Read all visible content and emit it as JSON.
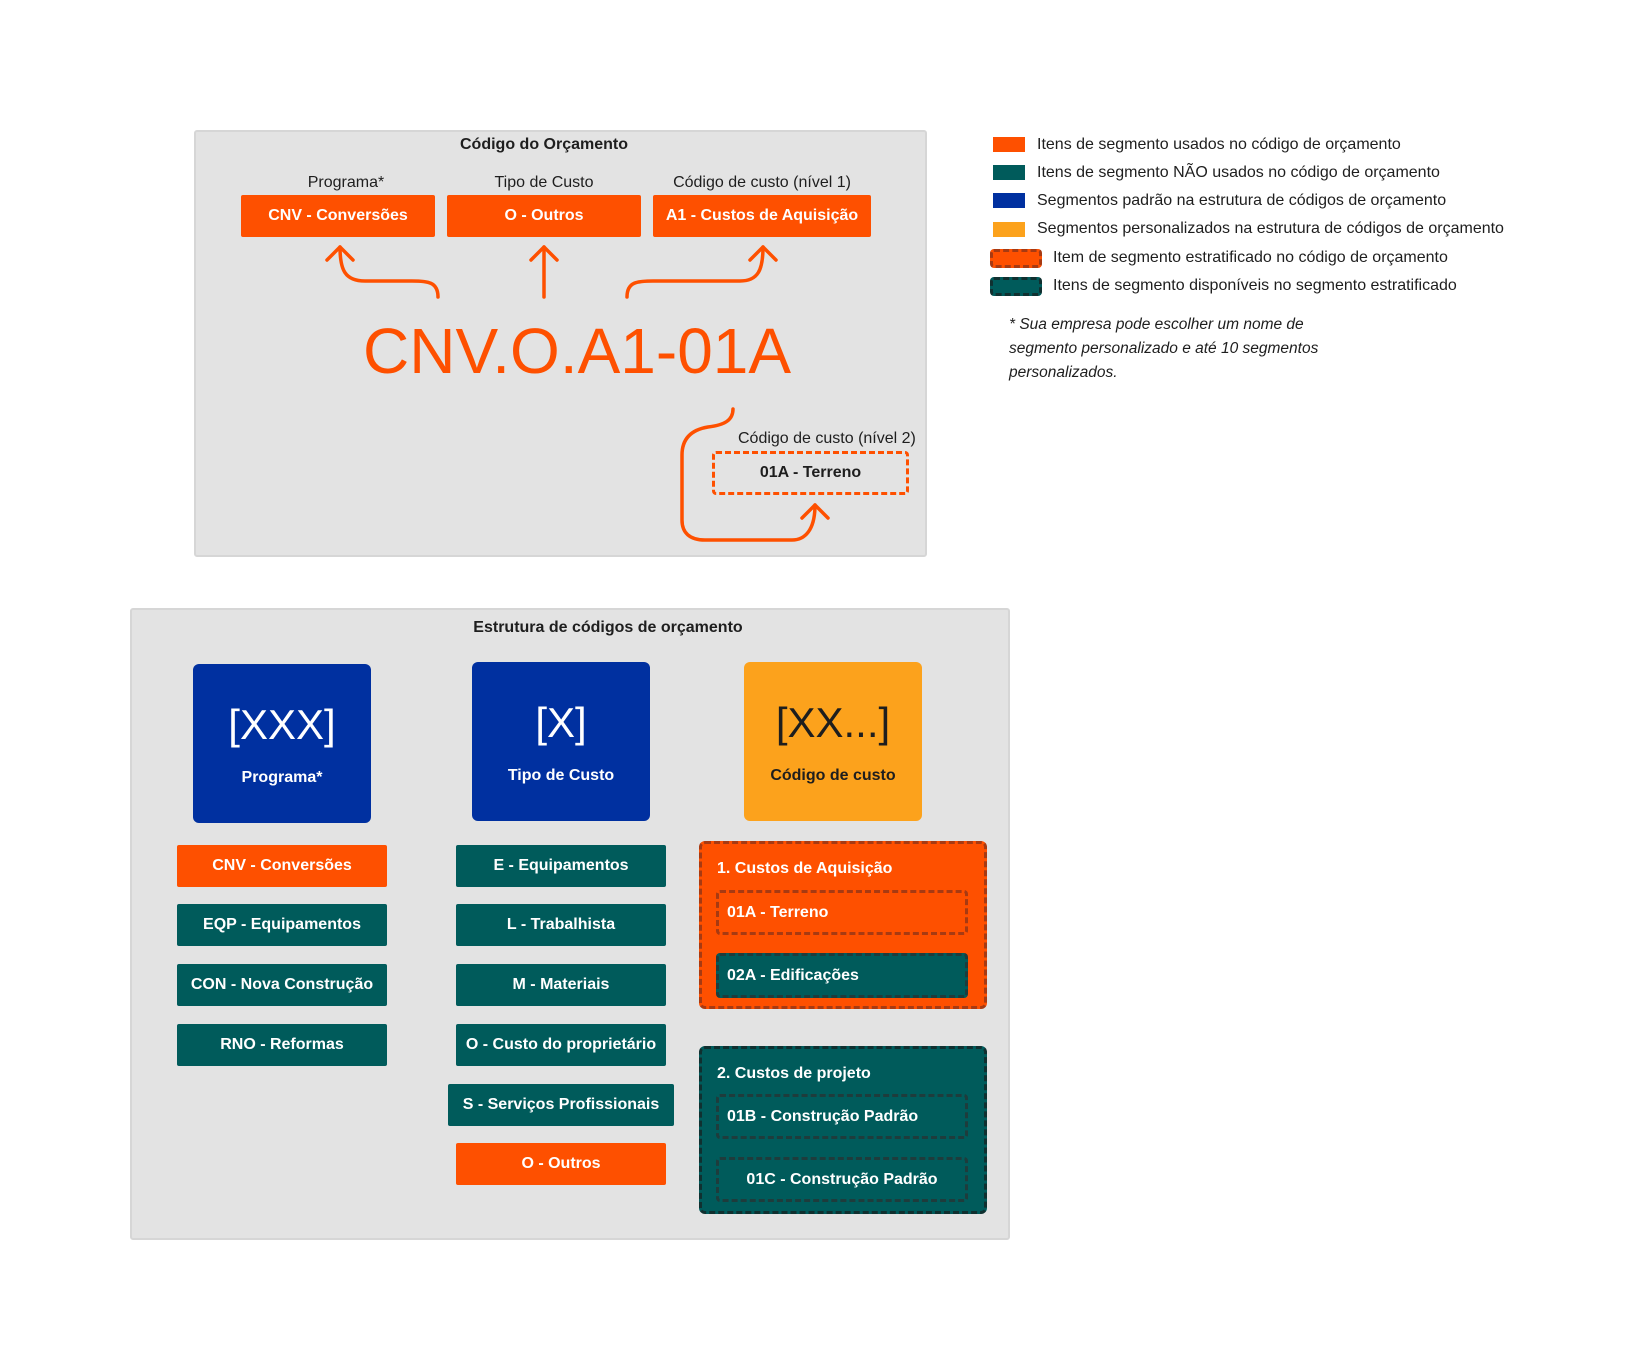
{
  "top_panel": {
    "title": "Código do Orçamento",
    "segments": [
      {
        "label": "Programa*",
        "value": "CNV - Conversões"
      },
      {
        "label": "Tipo de Custo",
        "value": "O - Outros"
      },
      {
        "label": "Código de custo (nível 1)",
        "value": "A1 - Custos de Aquisição"
      }
    ],
    "code": "CNV.O.A1-01A",
    "level2_label": "Código de custo (nível 2)",
    "level2_value": "01A - Terreno"
  },
  "legend": {
    "items": [
      {
        "text": "Itens de segmento usados no código de orçamento",
        "color": "#fe5000"
      },
      {
        "text": "Itens de segmento NÃO usados no código de orçamento",
        "color": "#005b5b"
      },
      {
        "text": "Segmentos padrão na estrutura de códigos de orçamento",
        "color": "#0030a0"
      },
      {
        "text": "Segmentos personalizados na estrutura de códigos de orçamento",
        "color": "#fca21c"
      },
      {
        "text": "Item de segmento estratificado no código de orçamento",
        "color": "#fe5000"
      },
      {
        "text": "Itens de segmento disponíveis no segmento estratificado",
        "color": "#005b5b"
      }
    ],
    "note": "* Sua empresa pode escolher um nome de segmento personalizado e até 10 segmentos personalizados."
  },
  "bottom_panel": {
    "title": "Estrutura de códigos de orçamento",
    "columns": [
      {
        "code": "[XXX]",
        "name": "Programa*",
        "color": "#0030a0",
        "items": [
          {
            "text": "CNV - Conversões",
            "used": true
          },
          {
            "text": "EQP - Equipamentos",
            "used": false
          },
          {
            "text": "CON - Nova Construção",
            "used": false
          },
          {
            "text": "RNO - Reformas",
            "used": false
          }
        ]
      },
      {
        "code": "[X]",
        "name": "Tipo de Custo",
        "color": "#0030a0",
        "items": [
          {
            "text": "E - Equipamentos",
            "used": false
          },
          {
            "text": "L - Trabalhista",
            "used": false
          },
          {
            "text": "M - Materiais",
            "used": false
          },
          {
            "text": "O - Custo do proprietário",
            "used": false
          },
          {
            "text": "S - Serviços Profissionais",
            "used": false
          },
          {
            "text": "O - Outros",
            "used": true
          }
        ]
      },
      {
        "code": "[XX...]",
        "name": "Código de custo",
        "color": "#fca21c",
        "groups": [
          {
            "title": "1. Custos de Aquisição",
            "used": true,
            "items": [
              "01A - Terreno",
              "02A - Edificações"
            ]
          },
          {
            "title": "2. Custos de projeto",
            "used": false,
            "items": [
              "01B - Construção Padrão",
              "01C - Construção Padrão"
            ]
          }
        ]
      }
    ]
  }
}
